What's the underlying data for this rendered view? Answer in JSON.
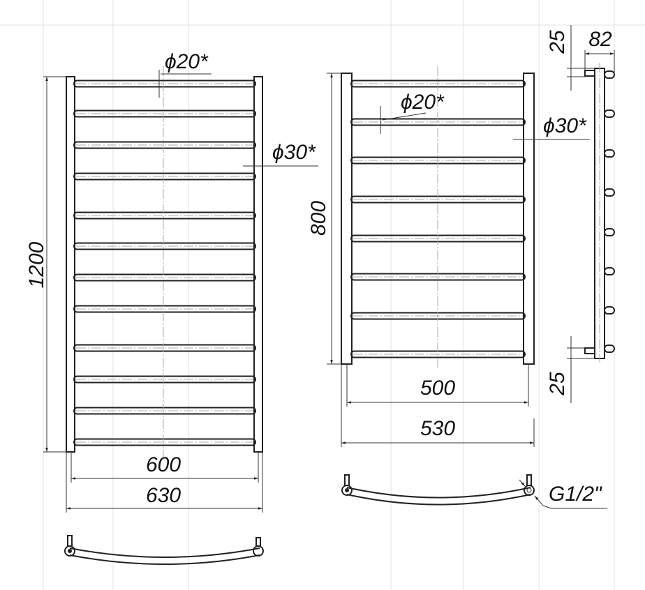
{
  "drawing": {
    "front_large": {
      "height_label": "1200",
      "inner_width_label": "600",
      "outer_width_label": "630",
      "rail_diameter_label": "ϕ20*",
      "post_diameter_label": "ϕ30*"
    },
    "front_small": {
      "height_label": "800",
      "inner_width_label": "500",
      "outer_width_label": "530",
      "rail_diameter_label": "ϕ20*",
      "post_diameter_label": "ϕ30*"
    },
    "side_view": {
      "top_offset_label": "25",
      "depth_label": "82",
      "bottom_offset_label": "25"
    },
    "top_view": {
      "thread_label": "G1/2\""
    },
    "line_color": "#222222"
  }
}
